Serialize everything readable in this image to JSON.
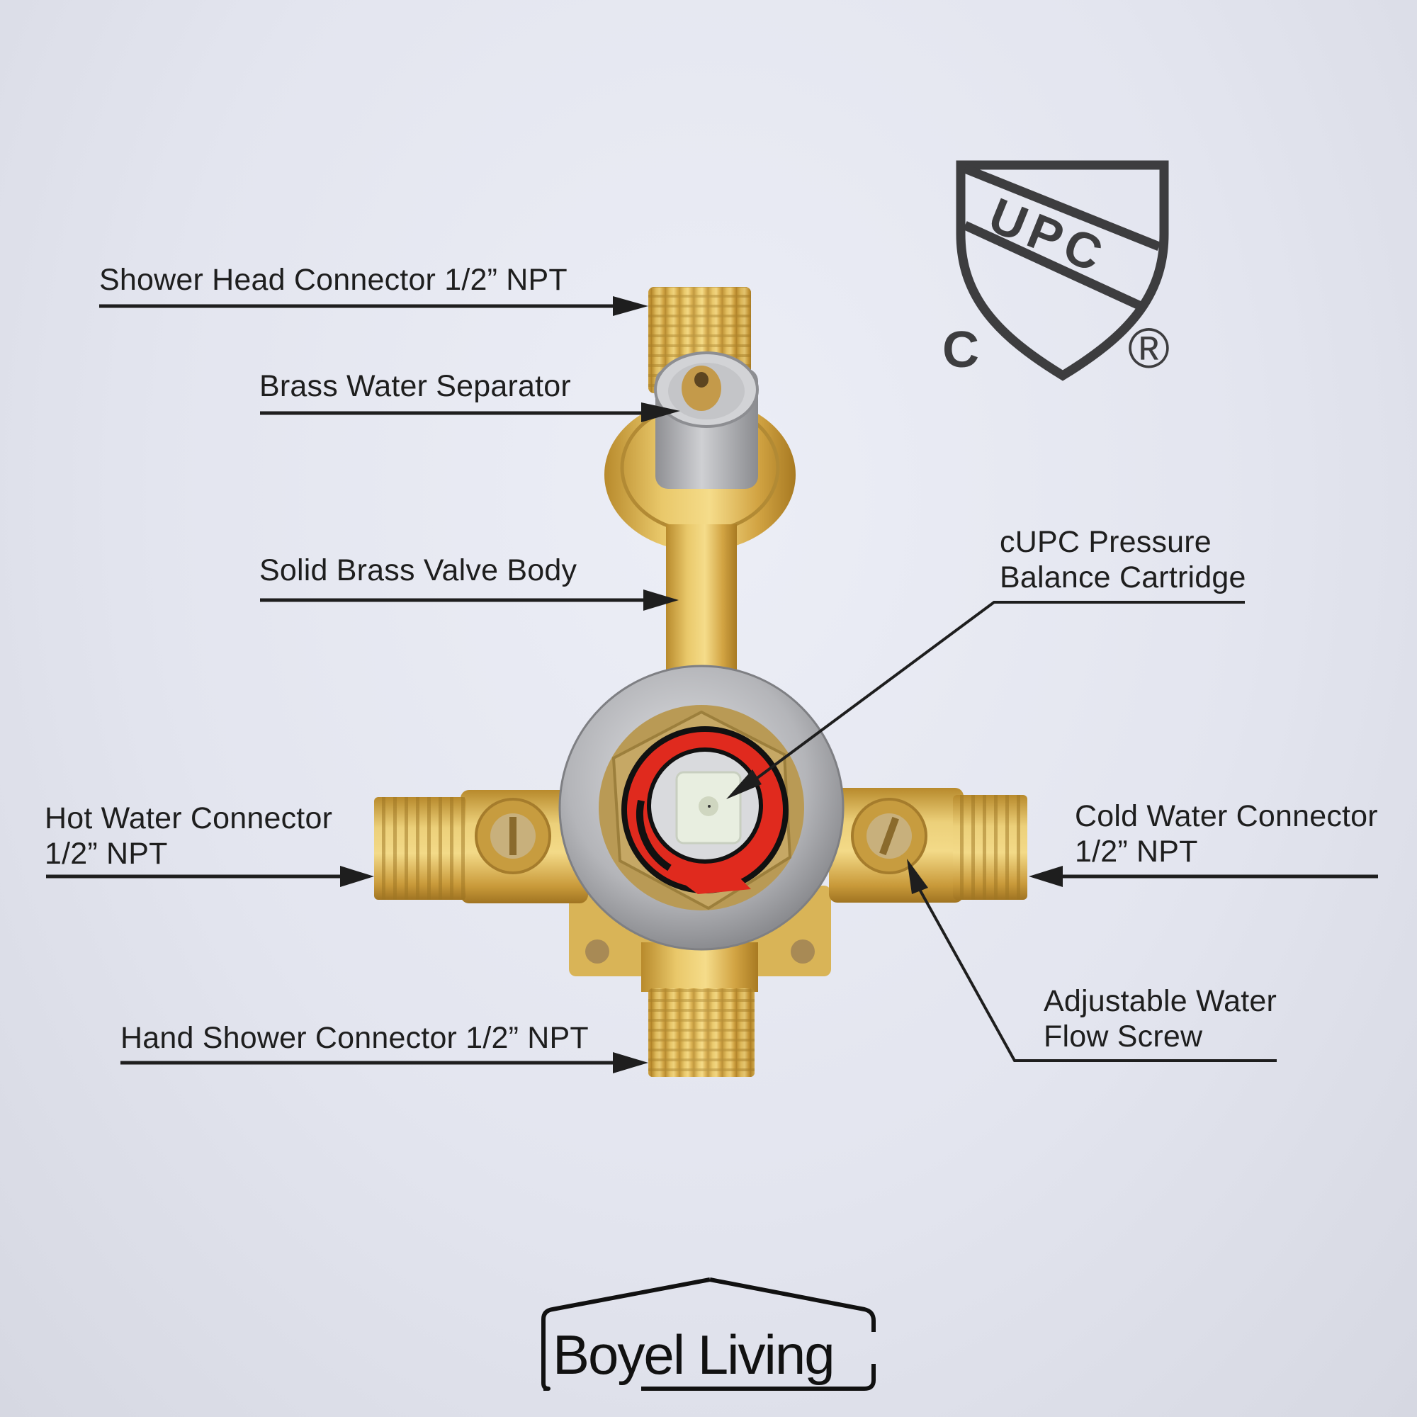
{
  "callouts": {
    "shower_head": {
      "line1": "Shower Head Connector 1/2” NPT"
    },
    "water_separator": {
      "line1": "Brass Water Separator"
    },
    "valve_body": {
      "line1": "Solid Brass Valve Body"
    },
    "cartridge": {
      "line1": "cUPC Pressure",
      "line2": "Balance Cartridge"
    },
    "hot_water": {
      "line1": "Hot Water Connector",
      "line2": "1/2” NPT"
    },
    "cold_water": {
      "line1": "Cold Water Connector",
      "line2": "1/2” NPT"
    },
    "flow_screw": {
      "line1": "Adjustable Water",
      "line2": "Flow Screw"
    },
    "hand_shower": {
      "line1": "Hand Shower Connector 1/2” NPT"
    }
  },
  "certification": {
    "mark": "UPC",
    "prefix": "C",
    "registered": "®"
  },
  "brand": {
    "name": "Boyel Living"
  },
  "colors": {
    "background": "#e3e5ef",
    "text": "#1e1e1e",
    "logo_gray": "#3d3d3f",
    "brass": "#d4ac4a",
    "cartridge_red": "#e02a1e",
    "chrome": "#b8b9bd"
  }
}
